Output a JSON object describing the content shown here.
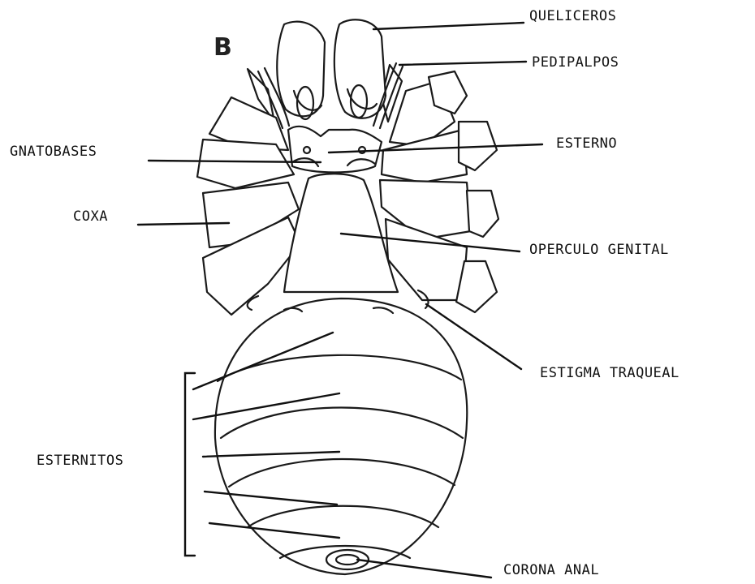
{
  "panel_letter": "B",
  "labels": {
    "queliceros": "QUELICEROS",
    "pedipalpos": "PEDIPALPOS",
    "gnatobases": "GNATOBASES",
    "esterno": "ESTERNO",
    "coxa": "COXA",
    "operculo_genital": "OPERCULO GENITAL",
    "estigma_traqueal": "ESTIGMA TRAQUEAL",
    "esternitos": "ESTERNITOS",
    "corona_anal": "CORONA ANAL"
  }
}
